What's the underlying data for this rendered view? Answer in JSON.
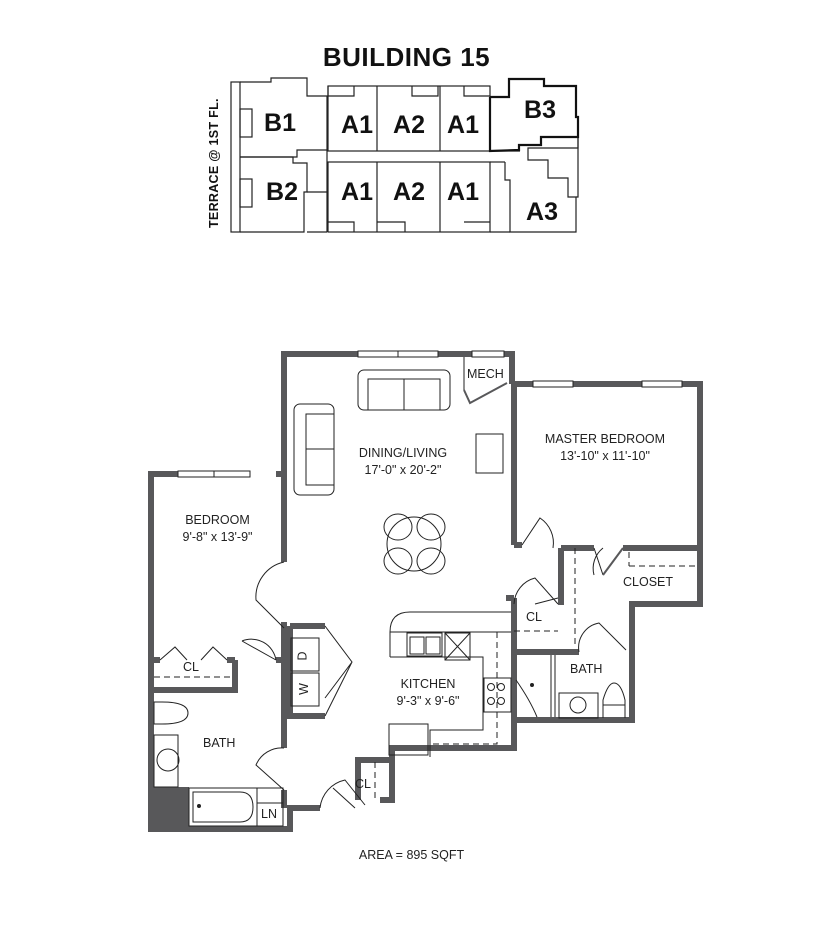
{
  "building": {
    "title": "BUILDING 15",
    "terrace_label": "TERRACE @ 1ST FL.",
    "units_top": [
      "B1",
      "A1",
      "A2",
      "A1",
      "B3"
    ],
    "units_bottom": [
      "B2",
      "A1",
      "A2",
      "A1",
      "A3"
    ],
    "highlighted_unit": "B3"
  },
  "floorplan": {
    "rooms": {
      "dining_living": {
        "name": "DINING/LIVING",
        "size": "17'-0\" x 20'-2\""
      },
      "master_bedroom": {
        "name": "MASTER BEDROOM",
        "size": "13'-10\" x 11'-10\""
      },
      "bedroom": {
        "name": "BEDROOM",
        "size": "9'-8\" x 13'-9\""
      },
      "kitchen": {
        "name": "KITCHEN",
        "size": "9'-3\" x 9'-6\""
      },
      "bath_left": {
        "name": "BATH"
      },
      "bath_right": {
        "name": "BATH"
      },
      "closet": {
        "name": "CLOSET"
      },
      "mech": {
        "name": "MECH"
      },
      "cl_bedroom": {
        "name": "CL"
      },
      "cl_master": {
        "name": "CL"
      },
      "cl_entry": {
        "name": "CL"
      },
      "linen": {
        "name": "LN"
      },
      "dryer": {
        "name": "D"
      },
      "washer": {
        "name": "W"
      }
    },
    "area": "AREA = 895 SQFT",
    "colors": {
      "wall": "#58585a",
      "line": "#222222",
      "highlight": "#111111"
    }
  }
}
